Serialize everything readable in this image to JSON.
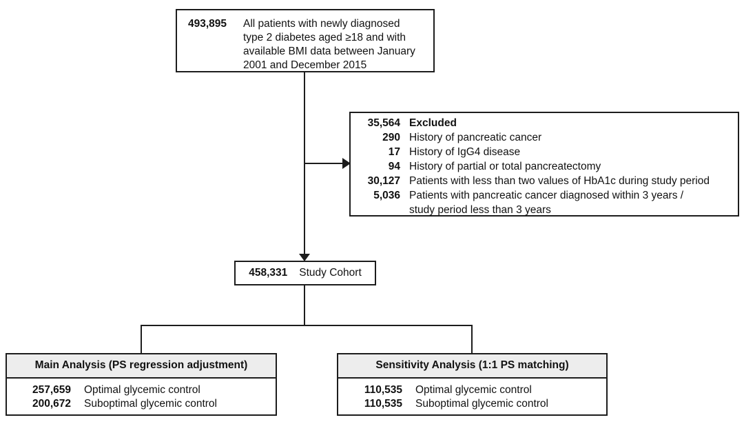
{
  "diagram": {
    "top_box": {
      "count": "493,895",
      "label": "All patients with newly diagnosed\ntype 2 diabetes aged ≥18 and with\navailable BMI data between January\n2001 and December 2015"
    },
    "excluded_box": {
      "count": "35,564",
      "title": "Excluded",
      "items": [
        {
          "count": "290",
          "label": "History of pancreatic cancer"
        },
        {
          "count": "17",
          "label": "History of IgG4 disease"
        },
        {
          "count": "94",
          "label": "History of partial or total pancreatectomy"
        },
        {
          "count": "30,127",
          "label": "Patients with less than two values of HbA1c during study period"
        },
        {
          "count": "5,036",
          "label": "Patients with pancreatic cancer diagnosed within 3 years /\nstudy period less than 3 years"
        }
      ]
    },
    "cohort_box": {
      "count": "458,331",
      "label": "Study Cohort"
    },
    "main_analysis_box": {
      "title": "Main Analysis (PS regression adjustment)",
      "items": [
        {
          "count": "257,659",
          "label": "Optimal glycemic control"
        },
        {
          "count": "200,672",
          "label": "Suboptimal glycemic control"
        }
      ]
    },
    "sensitivity_analysis_box": {
      "title": "Sensitivity Analysis (1:1 PS matching)",
      "items": [
        {
          "count": "110,535",
          "label": "Optimal glycemic control"
        },
        {
          "count": "110,535",
          "label": "Suboptimal glycemic control"
        }
      ]
    },
    "colors": {
      "line": "#1c1c1c",
      "border": "#1c1c1c",
      "header_bg": "#ededed",
      "background": "#ffffff"
    }
  }
}
